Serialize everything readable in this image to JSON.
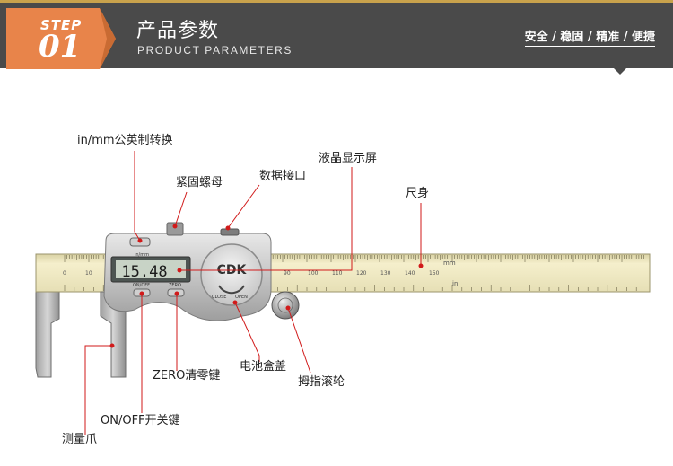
{
  "header": {
    "step_word": "STEP",
    "step_number": "01",
    "title_cn": "产品参数",
    "title_en": "PRODUCT PARAMETERS",
    "tagline": "安全 / 稳固 / 精准 / 便捷"
  },
  "colors": {
    "header_bg": "#4a4a4a",
    "accent_orange": "#e8844a",
    "accent_gold": "#c9a24c",
    "leader_line": "#d11a1a",
    "ruler": "#efe6b8"
  },
  "device": {
    "brand": "CDK",
    "display_value": "15.48",
    "inch_mm_label": "in/mm",
    "on_off_label": "ON/OFF",
    "zero_label": "ZERO",
    "close_label": "CLOSE",
    "open_label": "OPEN",
    "unit_mm": "mm",
    "unit_in": "in",
    "scale_labels": [
      "0",
      "10",
      "90",
      "100",
      "110",
      "120",
      "130",
      "140",
      "150"
    ]
  },
  "callouts": {
    "inmm_switch": "in/mm公英制转换",
    "lock_nut": "紧固螺母",
    "data_port": "数据接口",
    "lcd_screen": "液晶显示屏",
    "ruler_body": "尺身",
    "zero_key": "ZERO清零键",
    "battery_cover": "电池盒盖",
    "thumb_wheel": "拇指滚轮",
    "onoff_key": "ON/OFF开关键",
    "jaws": "测量爪"
  }
}
